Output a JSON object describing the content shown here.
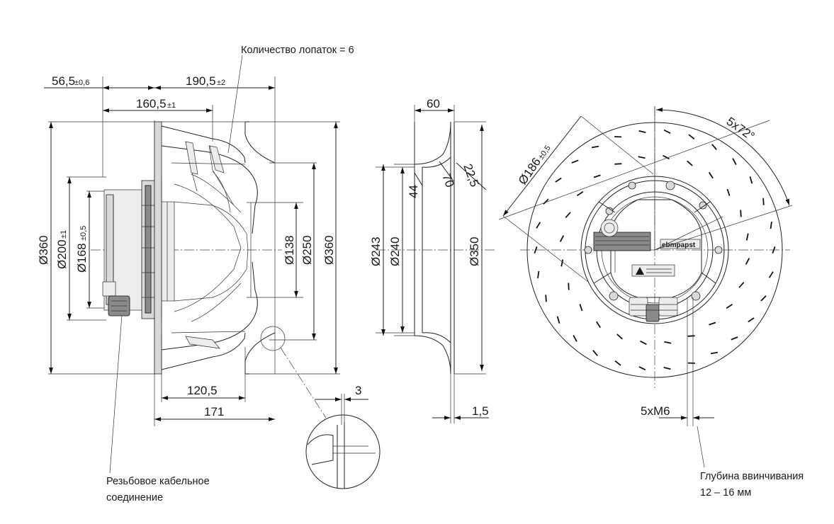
{
  "notes": {
    "blade_count": "Количество лопаток = 6",
    "cable_gland_line1": "Резьбовое кабельное",
    "cable_gland_line2": "соединение",
    "thread_depth_line1": "Глубина ввинчивания",
    "thread_depth_line2": "12 – 16 мм"
  },
  "dimensions": {
    "d56_5": "56,5",
    "d56_5_tol": "±0,6",
    "d190_5": "190,5",
    "d190_5_tol": "±2",
    "d160_5": "160,5",
    "d160_5_tol": "±1",
    "d360_left": "Ø360",
    "d200": "Ø200",
    "d200_tol": "±1",
    "d168": "Ø168",
    "d168_tol": "±0,5",
    "d138": "Ø138",
    "d250": "Ø250",
    "d360_right": "Ø360",
    "d120_5": "120,5",
    "d171": "171",
    "d3": "3",
    "d60": "60",
    "d22_5": "22,5",
    "d44": "44",
    "d70": "70",
    "d243": "Ø243",
    "d240": "Ø240",
    "d350": "Ø350",
    "d1_5": "1,5",
    "d186": "Ø186",
    "d186_tol": "±0,5",
    "d5x72": "5x72°",
    "d5xM6": "5xM6"
  },
  "brand": {
    "logo_text": "ebmpapst"
  }
}
